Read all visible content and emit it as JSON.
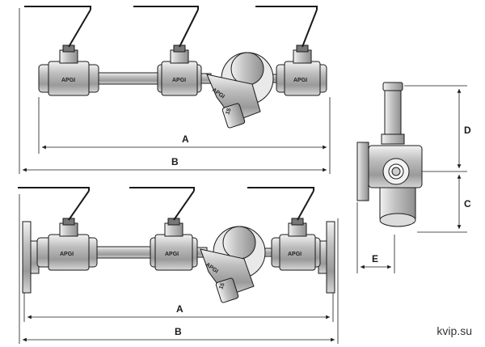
{
  "dimension_labels": {
    "top_a": "A",
    "top_b": "B",
    "bottom_a": "A",
    "bottom_b": "B",
    "side_c": "C",
    "side_d": "D",
    "side_e": "E"
  },
  "valve_marks": {
    "brand": "APGI",
    "strainer_number": "15"
  },
  "watermark": "kvip.su",
  "colors": {
    "line": "#1a1a1a",
    "body": "#c9c9c9",
    "body_dark": "#8f8f8f",
    "body_light": "#e6e6e6"
  }
}
